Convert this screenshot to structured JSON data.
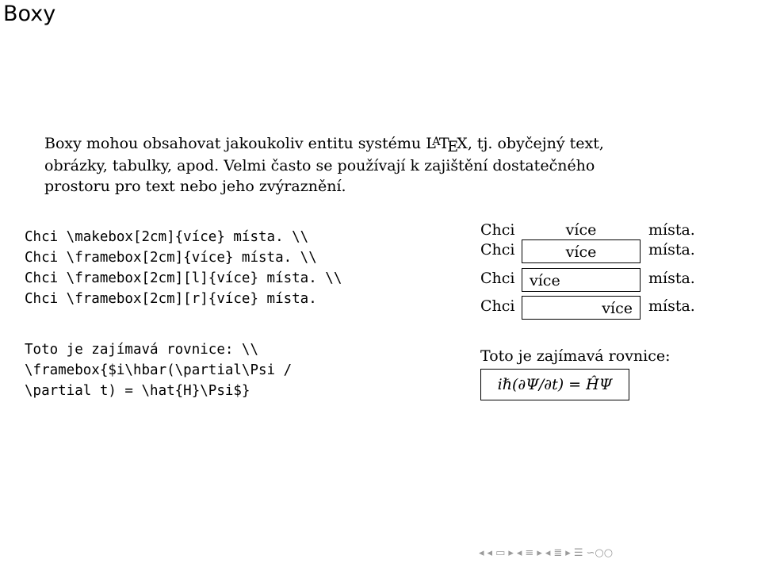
{
  "slide": {
    "title": "Boxy",
    "intro_before": "Boxy mohou obsahovat jakoukoliv entitu systému ",
    "latex_logo": "LaTeX",
    "intro_after": ", tj. obyčejný text, obrázky, tabulky, apod. Velmi často se používají k zajištění dostatečného prostoru pro text nebo jeho zvýraznění."
  },
  "code_boxes": [
    "Chci \\makebox[2cm]{více} místa. \\\\",
    "Chci \\framebox[2cm]{více} místa. \\\\",
    "Chci \\framebox[2cm][l]{více} místa. \\\\",
    "Chci \\framebox[2cm][r]{více} místa."
  ],
  "output_boxes": [
    {
      "before": "Chci",
      "inner": "více",
      "after": "místa."
    },
    {
      "before": "Chci",
      "inner": "více",
      "after": "místa."
    },
    {
      "before": "Chci",
      "inner": "více",
      "after": "místa."
    },
    {
      "before": "Chci",
      "inner": "více",
      "after": "místa."
    }
  ],
  "code_equation": [
    "Toto je zajímavá rovnice: \\\\",
    "\\framebox{$i\\hbar(\\partial\\Psi /",
    "\\partial t) = \\hat{H}\\Psi$}"
  ],
  "equation": {
    "label": "Toto je zajímavá rovnice:",
    "formula": "iℏ(∂Ψ/∂t) = ĤΨ"
  },
  "navigation": {
    "icons": [
      "triangle-left-icon",
      "triangle-right-icon",
      "frame-left-icon",
      "frame-right-icon",
      "section-left-icon",
      "section-right-icon",
      "subsection-left-icon",
      "subsection-right-icon",
      "align-icon",
      "search-icon"
    ],
    "color": "#9a9a9a"
  }
}
